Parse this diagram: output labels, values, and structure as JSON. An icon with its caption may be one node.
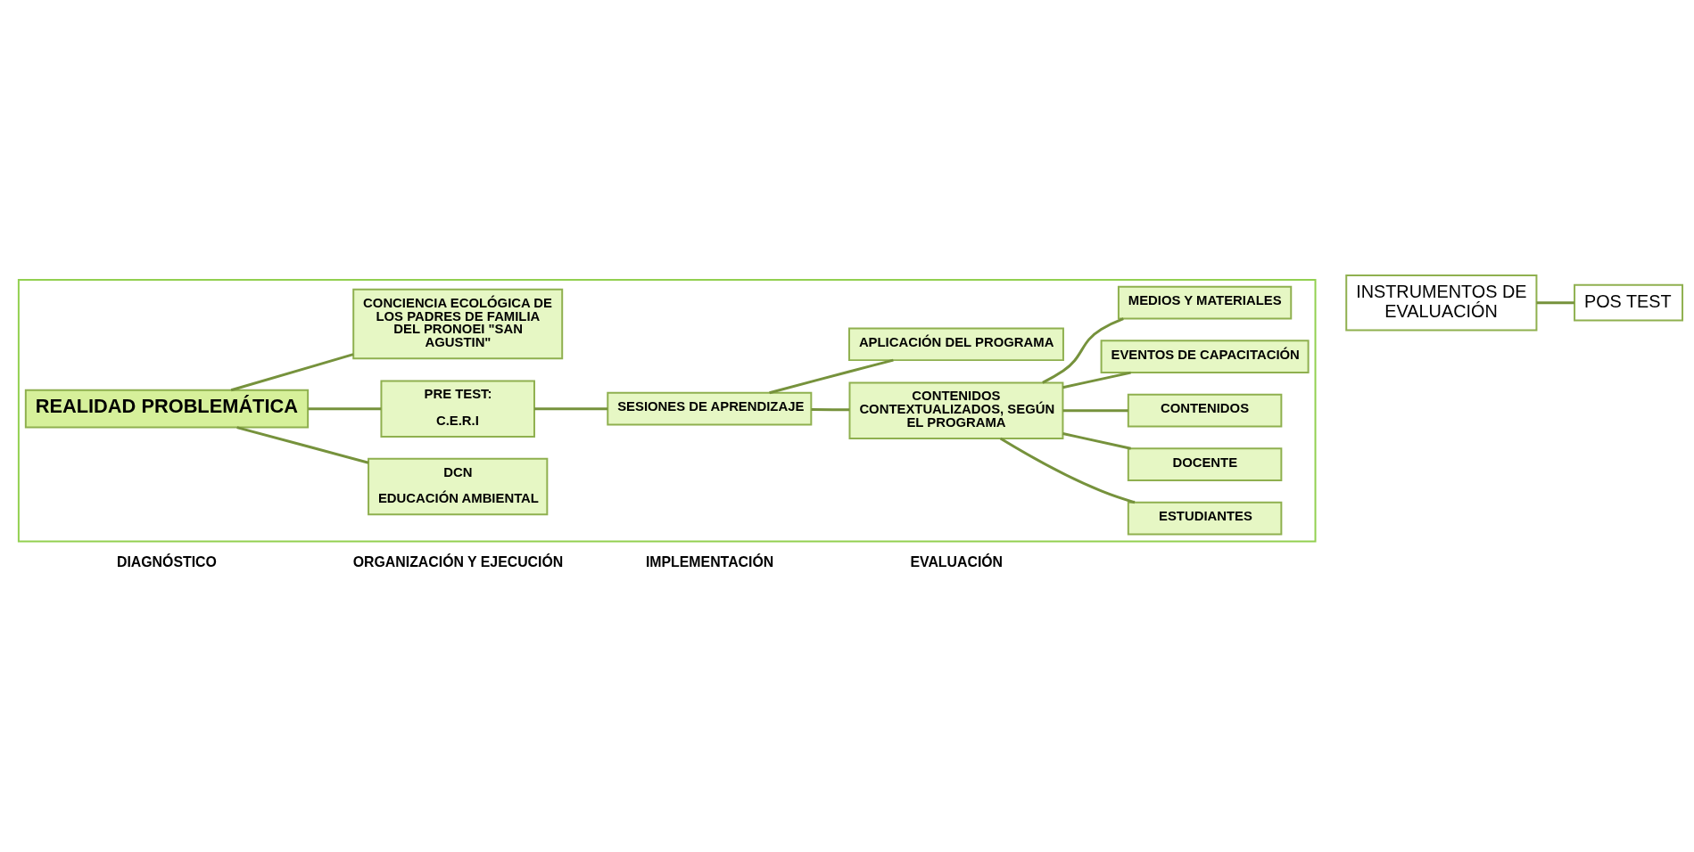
{
  "diagram": {
    "nodes": [
      {
        "text": [],
        "shape": "box"
      },
      {
        "text": [
          "REALIDAD PROBLEMÁTICA"
        ],
        "in": 0
      },
      {
        "text": [
          "DCN",
          "EDUCACIÓN AMBIENTAL"
        ],
        "in": 0
      },
      {
        "text": [
          "PRE TEST:",
          "C.E.R.I"
        ],
        "in": 0
      },
      {
        "text": [
          "CONCIENCIA ECOLÓGICA DE LOS PADRES DE FAMILIA DEL PRONOEI \"SAN AGUSTIN\""
        ],
        "in": 0
      },
      {
        "text": [
          "SESIONES DE APRENDIZAJE"
        ],
        "in": 0
      },
      {
        "text": [
          "CONTENIDOS CONTEXTUALIZADOS, SEGÚN EL PROGRAMA"
        ],
        "in": 0
      },
      {
        "text": [
          "APLICACIÓN DEL PROGRAMA"
        ],
        "in": 0
      },
      {
        "text": [
          "ESTUDIANTES"
        ],
        "in": 0
      },
      {
        "text": [
          "DOCENTE"
        ],
        "in": 0
      },
      {
        "text": [
          "CONTENIDOS"
        ],
        "in": 0
      },
      {
        "text": [
          "EVENTOS DE CAPACITACIÓN"
        ],
        "in": 0
      },
      {
        "text": [
          "MEDIOS Y MATERIALES"
        ],
        "in": 0
      },
      {
        "text": [
          "INSTRUMENTOS DE EVALUACIÓN"
        ]
      },
      {
        "text": [
          "POS TEST"
        ]
      }
    ],
    "edges": [
      {
        "from": 1,
        "to": 2,
        "arrow": "none"
      },
      {
        "from": 1,
        "to": 3,
        "arrow": "none"
      },
      {
        "from": 1,
        "to": 4,
        "arrow": "none"
      },
      {
        "from": 3,
        "to": 5,
        "arrow": "none"
      },
      {
        "from": 5,
        "to": 6,
        "arrow": "none"
      },
      {
        "from": 5,
        "to": 7,
        "arrow": "none"
      },
      {
        "from": 6,
        "to": 8,
        "arrow": "none"
      },
      {
        "from": 6,
        "to": 9,
        "arrow": "none"
      },
      {
        "from": 6,
        "to": 10,
        "arrow": "none"
      },
      {
        "from": 6,
        "to": 11,
        "arrow": "none"
      },
      {
        "from": 6,
        "to": 12,
        "arrow": "none"
      },
      {
        "from": 13,
        "to": 14,
        "arrow": "none"
      }
    ],
    "labels": [
      "DIAGNÓSTICO",
      "ORGANIZACIÓN Y EJECUCIÓN",
      "IMPLEMENTACIÓN",
      "EVALUACIÓN"
    ]
  }
}
